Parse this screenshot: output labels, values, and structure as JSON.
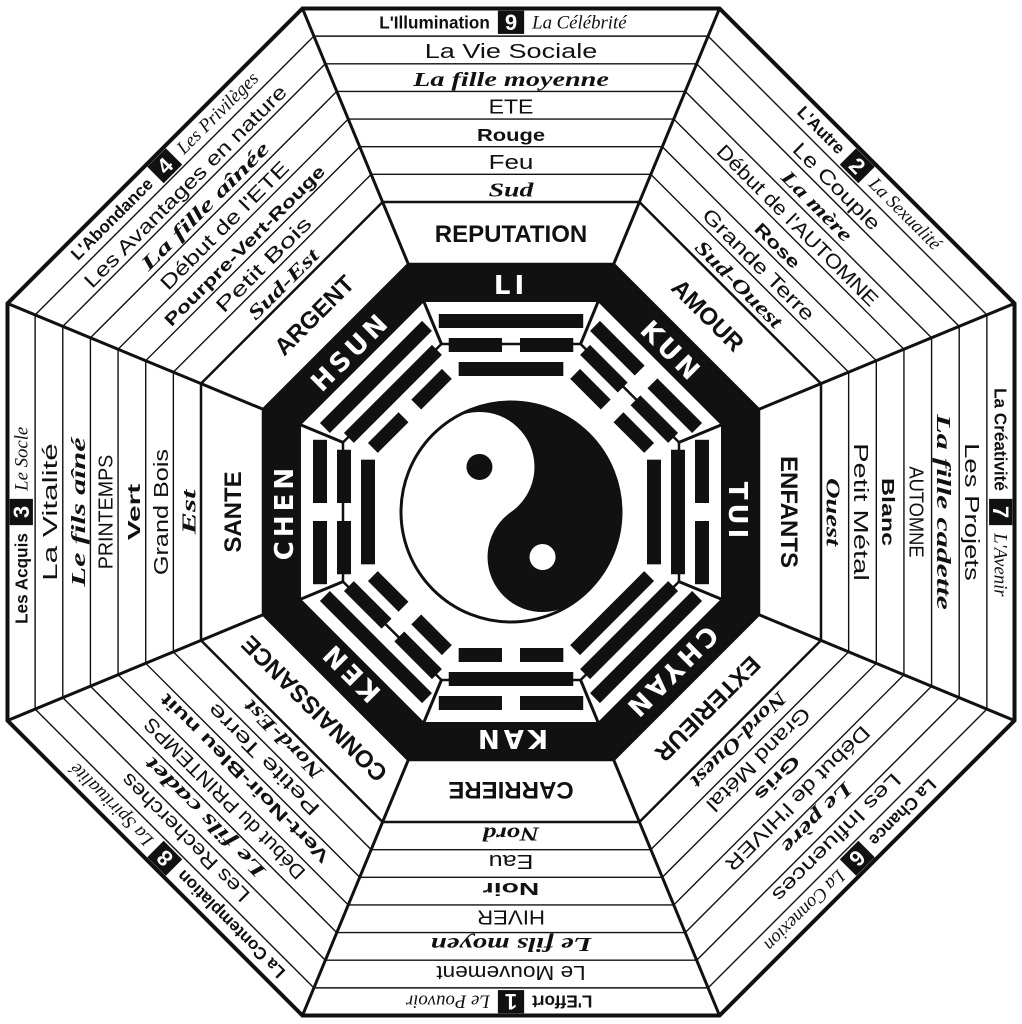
{
  "colors": {
    "ink": "#111111",
    "paper": "#ffffff"
  },
  "center": {
    "symbol": "yin-yang-icon"
  },
  "sectors": [
    {
      "id": "south",
      "number": "9",
      "corner_left": "L'Illumination",
      "corner_right": "La Célébrité",
      "rings": [
        "La Vie Sociale",
        "La fille moyenne",
        "ETE",
        "Rouge",
        "Feu",
        "Sud",
        "REPUTATION"
      ],
      "trigram_name": "LI",
      "trigram": [
        1,
        0,
        1
      ]
    },
    {
      "id": "southwest",
      "number": "2",
      "corner_left": "L'Autre",
      "corner_right": "La Sexualité",
      "rings": [
        "Le Couple",
        "La mère",
        "Début de l'AUTOMNE",
        "Rose",
        "Grande Terre",
        "Sud-Ouest",
        "AMOUR"
      ],
      "trigram_name": "KUN",
      "trigram": [
        0,
        0,
        0
      ]
    },
    {
      "id": "west",
      "number": "7",
      "corner_left": "La Créativité",
      "corner_right": "L'Avenir",
      "rings": [
        "Les Projets",
        "La fille cadette",
        "AUTOMNE",
        "Blanc",
        "Petit Métal",
        "Ouest",
        "ENFANTS"
      ],
      "trigram_name": "TUI",
      "trigram": [
        0,
        1,
        1
      ]
    },
    {
      "id": "northwest",
      "number": "6",
      "corner_left": "La Chance",
      "corner_right": "La Connexion",
      "rings": [
        "Les Influences",
        "Le père",
        "Début de l'HIVER",
        "Gris",
        "Grand Métal",
        "Nord-Ouest",
        "EXTERIEUR"
      ],
      "trigram_name": "CHYAN",
      "trigram": [
        1,
        1,
        1
      ]
    },
    {
      "id": "north",
      "number": "1",
      "corner_left": "L'Effort",
      "corner_right": "Le Pouvoir",
      "rings": [
        "Le Mouvement",
        "Le fils moyen",
        "HIVER",
        "Noir",
        "Eau",
        "Nord",
        "CARRIERE"
      ],
      "trigram_name": "KAN",
      "trigram": [
        0,
        1,
        0
      ]
    },
    {
      "id": "northeast",
      "number": "8",
      "corner_left": "La Contemplation",
      "corner_right": "La Spiritualité",
      "rings": [
        "Les Recherches",
        "Le fils cadet",
        "Début du PRINTEMPS",
        "Vert-Noir-Bleu nuit",
        "Petite Terre",
        "Nord-Est",
        "CONNAISSANCE"
      ],
      "trigram_name": "KEN",
      "trigram": [
        1,
        0,
        0
      ]
    },
    {
      "id": "east",
      "number": "3",
      "corner_left": "Les Acquis",
      "corner_right": "Le Socle",
      "rings": [
        "La Vitalité",
        "Le fils aîné",
        "PRINTEMPS",
        "Vert",
        "Grand Bois",
        "Est",
        "SANTE"
      ],
      "trigram_name": "CHEN",
      "trigram": [
        0,
        0,
        1
      ]
    },
    {
      "id": "southeast",
      "number": "4",
      "corner_left": "L'Abondance",
      "corner_right": "Les Privilèges",
      "rings": [
        "Les Avantages en nature",
        "La fille aînée",
        "Début de l'ETE",
        "Pourpre-Vert-Rouge",
        "Petit Bois",
        "Sud-Est",
        "ARGENT"
      ],
      "trigram_name": "HSUN",
      "trigram": [
        1,
        1,
        0
      ]
    }
  ]
}
